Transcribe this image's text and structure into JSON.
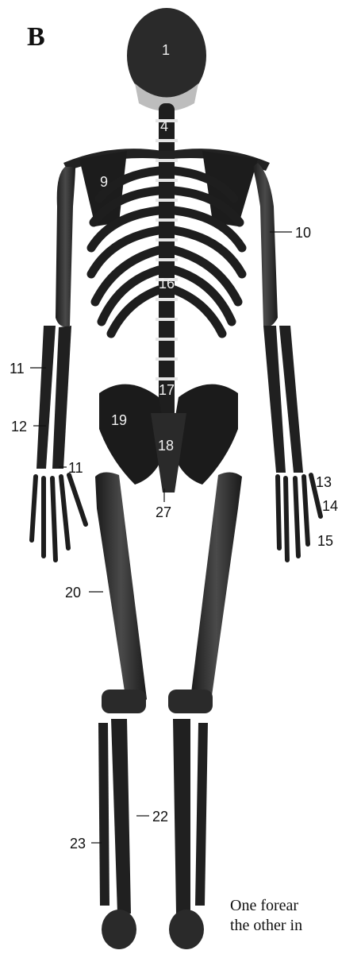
{
  "panel_letter": "B",
  "labels": {
    "l1": "1",
    "l4": "4",
    "l9": "9",
    "l10": "10",
    "l11a": "11",
    "l11b": "11",
    "l12": "12",
    "l13": "13",
    "l14": "14",
    "l15": "15",
    "l16": "16",
    "l17": "17",
    "l18": "18",
    "l19": "19",
    "l20": "20",
    "l22": "22",
    "l23": "23",
    "l27": "27"
  },
  "caption": {
    "line1": "One forear",
    "line2": "the other in"
  }
}
